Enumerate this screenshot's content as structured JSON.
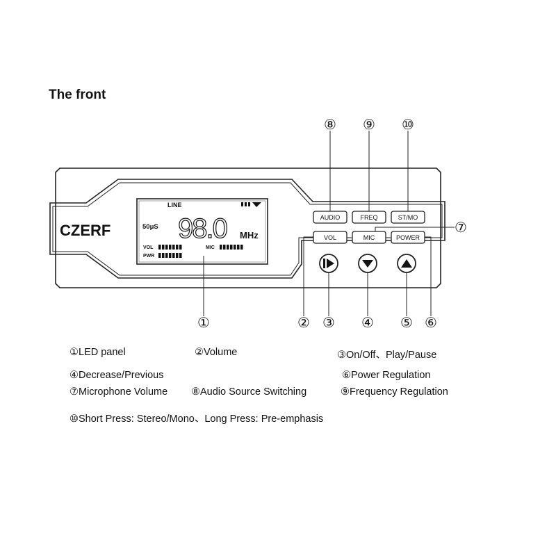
{
  "title": "The front",
  "device": {
    "brand": "CZERF",
    "lcd": {
      "line_label": "LINE",
      "pre_emphasis": "50μS",
      "frequency": "98.0",
      "unit": "MHz",
      "vol_label": "VOL",
      "pwr_label": "PWR",
      "mic_label": "MIC"
    },
    "buttons": {
      "audio": "AUDIO",
      "freq": "FREQ",
      "stmo": "ST/MO",
      "vol": "VOL",
      "mic": "MIC",
      "power": "POWER"
    }
  },
  "callouts": {
    "c1": "①",
    "c2": "②",
    "c3": "③",
    "c4": "④",
    "c5": "⑤",
    "c6": "⑥",
    "c7": "⑦",
    "c8": "⑧",
    "c9": "⑨",
    "c10": "⑩"
  },
  "legend": {
    "l1": "①LED panel",
    "l2": "②Volume",
    "l3": "③On/Off、Play/Pause",
    "l4": "④Decrease/Previous",
    "l6": "⑥Power Regulation",
    "l7": "⑦Microphone Volume",
    "l8": "⑧Audio Source Switching",
    "l9": "⑨Frequency Regulation",
    "l10": "⑩Short Press: Stereo/Mono、Long Press: Pre-emphasis"
  }
}
